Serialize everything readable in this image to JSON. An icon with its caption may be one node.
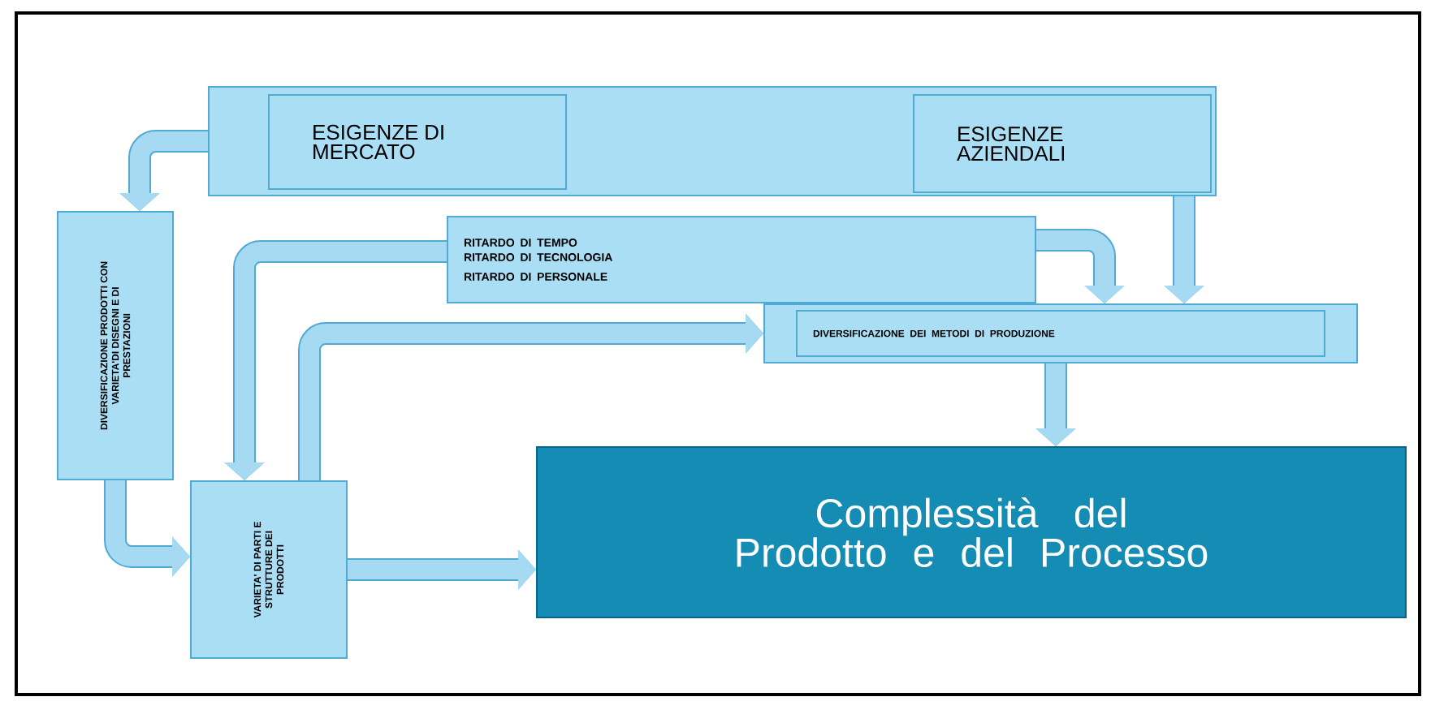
{
  "diagram": {
    "nodes": [
      {
        "text": [],
        "shape": "box"
      },
      {
        "text": [
          "ESIGENZE DI MERCATO"
        ],
        "in": 0
      },
      {
        "text": [
          "ESIGENZE AZIENDALI"
        ],
        "in": 0
      },
      {
        "text": [
          "DIVERSIFICAZIONE PRODOTTI CON VARIETA'DI DISEGNI E DI PRESTAZIONI"
        ]
      },
      {
        "text": [
          "RITARDO DI TEMPO",
          "RITARDO DI TECNOLOGIA",
          "RITARDO DI PERSONALE"
        ]
      },
      {
        "text": [],
        "shape": "box"
      },
      {
        "text": [
          "DIVERSIFICAZIONE DEI METODI DI PRODUZIONE"
        ],
        "in": 5
      },
      {
        "text": [
          "VARIETA' DI PARTI E STRUTTURE DEI PRODOTTI"
        ]
      },
      {
        "text": [
          "Complessità del Prodotto e del Processo"
        ]
      }
    ],
    "edges": [
      {
        "from": 0,
        "to": 3,
        "arrow": "to"
      },
      {
        "from": 0,
        "to": 5,
        "arrow": "to"
      },
      {
        "from": 4,
        "to": 5,
        "arrow": "to"
      },
      {
        "from": 4,
        "to": 7,
        "arrow": "to"
      },
      {
        "from": 7,
        "to": 5,
        "arrow": "to"
      },
      {
        "from": 3,
        "to": 7,
        "arrow": "to"
      },
      {
        "from": 7,
        "to": 8,
        "arrow": "to"
      },
      {
        "from": 5,
        "to": 8,
        "arrow": "to"
      }
    ]
  }
}
